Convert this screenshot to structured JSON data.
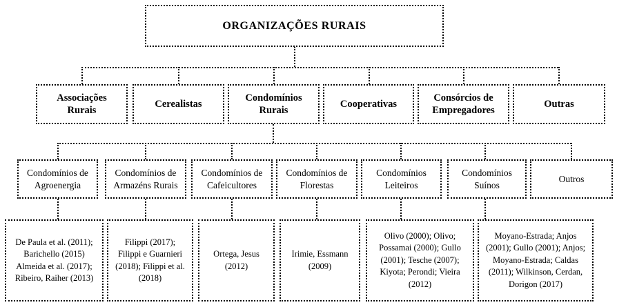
{
  "diagram": {
    "title": "ORGANIZAÇÕES RURAIS",
    "level2_categories": [
      "Associações Rurais",
      "Cerealistas",
      "Condomínios Rurais",
      "Cooperativas",
      "Consórcios de Empregadores",
      "Outras"
    ],
    "level3_condominio_types": [
      "Condomínios de Agroenergia",
      "Condomínios de Armazéns Rurais",
      "Condomínios de Cafeicultores",
      "Condomínios de Florestas",
      "Condomínios Leiteiros",
      "Condomínios Suínos",
      "Outros"
    ],
    "level4_references": [
      "De Paula et al. (2011); Barichello (2015) Almeida et al. (2017); Ribeiro, Raiher (2013)",
      "Filippi (2017); Filippi e Guarnieri (2018); Filippi et al. (2018)",
      "Ortega, Jesus (2012)",
      "Irimie, Essmann (2009)",
      "Olivo (2000); Olivo; Possamai (2000); Gullo (2001); Tesche (2007); Kiyota; Perondi; Vieira (2012)",
      "Moyano-Estrada; Anjos (2001); Gullo (2001); Anjos; Moyano-Estrada; Caldas (2011); Wilkinson, Cerdan, Dorigon (2017)"
    ],
    "colors": {
      "border": "#000000",
      "text": "#000000",
      "background": "#ffffff"
    }
  }
}
